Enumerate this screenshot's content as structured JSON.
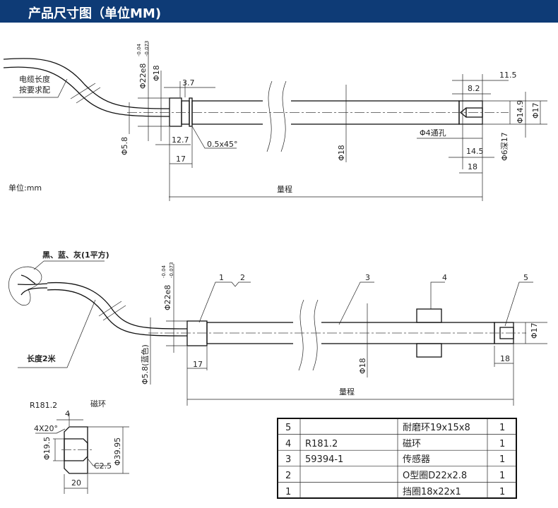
{
  "header": {
    "title": "产品尺寸图（单位MM)"
  },
  "drawing1": {
    "cable_note_1": "电缆长度",
    "cable_note_2": "按要求配",
    "d22": "Φ22e8",
    "tol_up": "-0.04",
    "tol_low": "-0.073",
    "d18a": "Φ18",
    "dim_3_7": "3.7",
    "dim_12_7": "12.7",
    "chamfer": "0.5x45°",
    "dim_17": "17",
    "d5_8": "Φ5.8",
    "d18b": "Φ18",
    "dim_11_5": "11.5",
    "dim_8_2": "8.2",
    "d14_9": "Φ14.9",
    "d17": "Φ17",
    "hole": "Φ4通孔",
    "dim_14_5": "14.5",
    "dim_18": "18",
    "d6": "Φ6深17",
    "unit": "单位:mm",
    "range": "量程"
  },
  "drawing2": {
    "wires": "黑、蓝、灰(1平方)",
    "length": "长度2米",
    "d22": "Φ22e8",
    "tol_up": "-0.04",
    "tol_low": "-0.073",
    "d5_8": "Φ5.8(蓝色)",
    "dim_17": "17",
    "d18": "Φ18",
    "d17": "Φ17",
    "dim_18": "18",
    "range": "量程",
    "callouts": [
      "1",
      "2",
      "3",
      "4",
      "5"
    ]
  },
  "ring": {
    "model": "R181.2",
    "name": "磁环",
    "chamfer": "4X20°",
    "dim_4": "4",
    "d19_5": "Φ19.5",
    "c2_5": "C2.5",
    "d39_95": "Φ39.95",
    "dim_20": "20"
  },
  "parts_table": {
    "rows": [
      {
        "no": "5",
        "code": "",
        "name": "耐磨环19x15x8",
        "qty": "1"
      },
      {
        "no": "4",
        "code": "R181.2",
        "name": "磁环",
        "qty": "1"
      },
      {
        "no": "3",
        "code": "59394-1",
        "name": "传感器",
        "qty": "1"
      },
      {
        "no": "2",
        "code": "",
        "name": "O型圈D22x2.8",
        "qty": "1"
      },
      {
        "no": "1",
        "code": "",
        "name": "挡圈18x22x1",
        "qty": "1"
      }
    ]
  }
}
